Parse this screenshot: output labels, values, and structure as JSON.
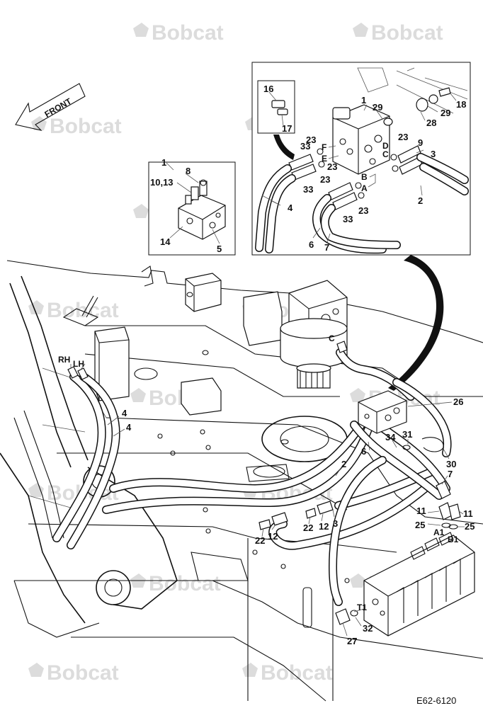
{
  "watermark": {
    "brand": "Bobcat",
    "color": "#dcdcdc"
  },
  "direction": {
    "text": "FRONT"
  },
  "figure_id": "E62-6120",
  "callouts": {
    "c1_detail": "1",
    "c8": "8",
    "c10_13": "10,13",
    "c14": "14",
    "c5": "5",
    "c16": "16",
    "c17": "17",
    "c1_inset": "1",
    "c29a": "29",
    "c29b": "29",
    "c28": "28",
    "c18": "18",
    "c23a": "23",
    "c23b": "23",
    "c23c": "23",
    "c23d": "23",
    "c23e": "23",
    "c33a": "33",
    "c33b": "33",
    "c33c": "33",
    "c9": "9",
    "c3_inset": "3",
    "c2_inset": "2",
    "c4_inset": "4",
    "c6_inset": "6",
    "c7_inset": "7",
    "pF": "F",
    "pE": "E",
    "pD": "D",
    "pC": "C",
    "pB": "B",
    "pA": "A",
    "rh": "RH",
    "lh": "LH",
    "c4a": "4",
    "c4b": "4",
    "pC_motor": "C",
    "c26": "26",
    "c31": "31",
    "c34": "34",
    "c6": "6",
    "c30": "30",
    "c2": "2",
    "c7": "7",
    "c11a": "11",
    "c11b": "11",
    "c25a": "25",
    "c25b": "25",
    "pA1": "A1",
    "pB1": "B1",
    "c22a": "22",
    "c12a": "12",
    "c22b": "22",
    "c12b": "12",
    "c3": "3",
    "pT1": "T1",
    "c32": "32",
    "c27": "27"
  }
}
